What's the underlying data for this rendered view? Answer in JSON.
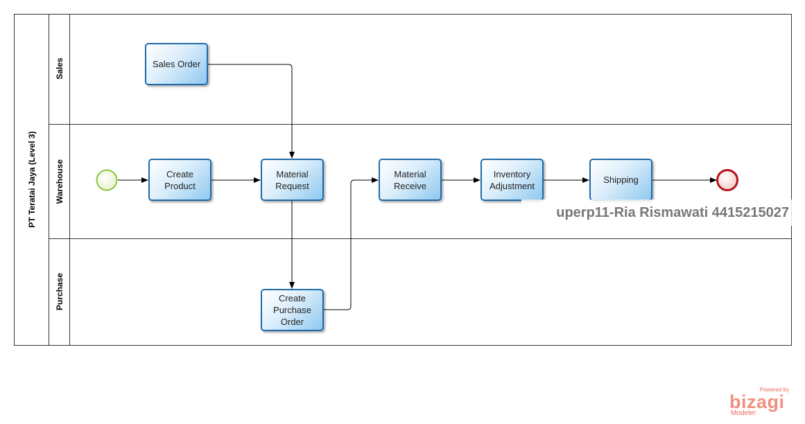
{
  "pool": {
    "label": "PT Teratai Jaya (Level 3)"
  },
  "lanes": [
    {
      "id": "sales",
      "label": "Sales"
    },
    {
      "id": "warehouse",
      "label": "Warehouse"
    },
    {
      "id": "purchase",
      "label": "Purchase"
    }
  ],
  "tasks": {
    "sales_order": "Sales Order",
    "create_product": "Create\nProduct",
    "material_request": "Material\nRequest",
    "create_purchase_order": "Create\nPurchase\nOrder",
    "material_receive": "Material\nReceive",
    "inventory_adjustment": "Inventory\nAdjustment",
    "shipping": "Shipping"
  },
  "events": {
    "start_color": "#8cc63f",
    "end_color": "#b3141b"
  },
  "colors": {
    "task_border": "#1f6aa8",
    "arrow": "#000000"
  },
  "watermark": "uperp11-Ria Rismawati 4415215027",
  "branding": {
    "powered": "Powered by",
    "name": "bizagi",
    "product": "Modeler"
  }
}
